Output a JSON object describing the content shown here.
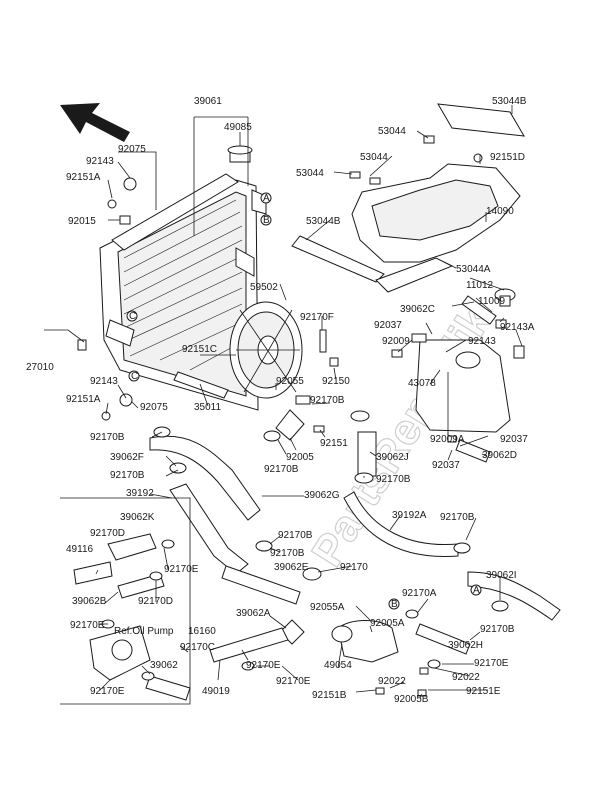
{
  "callouts": [
    "A",
    "B",
    "C"
  ],
  "labels": {
    "p39061": "39061",
    "p49085": "49085",
    "p92075a": "92075",
    "p92143a": "92143",
    "p92151a1": "92151A",
    "p92015": "92015",
    "p53044b1": "53044B",
    "p53044a": "53044",
    "p92151d": "92151D",
    "p53044c": "53044",
    "p53044d": "53044",
    "p53044b2": "53044B",
    "p14090": "14090",
    "p53044aa": "53044A",
    "p11012": "11012",
    "p39062c": "39062C",
    "p11009": "11009",
    "p59502": "59502",
    "p92037a": "92037",
    "p92170f": "92170F",
    "p92143a2": "92143A",
    "p27010": "27010",
    "p92009": "92009",
    "p92143b": "92143",
    "p92151c": "92151C",
    "p92143c": "92143",
    "p92151a2": "92151A",
    "p92075b": "92075",
    "p92055a": "92055",
    "p92150": "92150",
    "p43078": "43078",
    "p35011": "35011",
    "p92170b1": "92170B",
    "p92170b2": "92170B",
    "p92151e1": "92151",
    "p92009a": "92009A",
    "p92037b": "92037",
    "p39062f": "39062F",
    "p92005": "92005",
    "p39062j": "39062J",
    "p92037c": "92037",
    "p39062d": "39062D",
    "p92170b3": "92170B",
    "p92170b4": "92170B",
    "p92170b5": "92170B",
    "p39192": "39192",
    "p39062g": "39062G",
    "p39192a": "39192A",
    "p92170b6": "92170B",
    "p39062k": "39062K",
    "p92170d1": "92170D",
    "p49116": "49116",
    "p92170e1": "92170E",
    "p92170b7": "92170B",
    "p92170b8": "92170B",
    "p39062e": "39062E",
    "p92170": "92170",
    "p39062i": "39062I",
    "p39062b": "39062B",
    "p92170d2": "92170D",
    "p92055a2": "92055A",
    "p92170a": "92170A",
    "p92170e2": "92170E",
    "refoil": "Ref.Oil Pump",
    "p16160": "16160",
    "p39062a": "39062A",
    "p92005a": "92005A",
    "p92170b9": "92170B",
    "p39062h": "39062H",
    "p92170c": "92170C",
    "p39062": "39062",
    "p92170e3": "92170E",
    "p49054": "49054",
    "p92170e4": "92170E",
    "p92022a": "92022",
    "p92022b": "92022",
    "p92170e5": "92170E",
    "p49019": "49019",
    "p92170e6": "92170E",
    "p92151b": "92151B",
    "p92005b": "92005B",
    "p92151e2": "92151E"
  },
  "watermark": "PartsRepublik"
}
